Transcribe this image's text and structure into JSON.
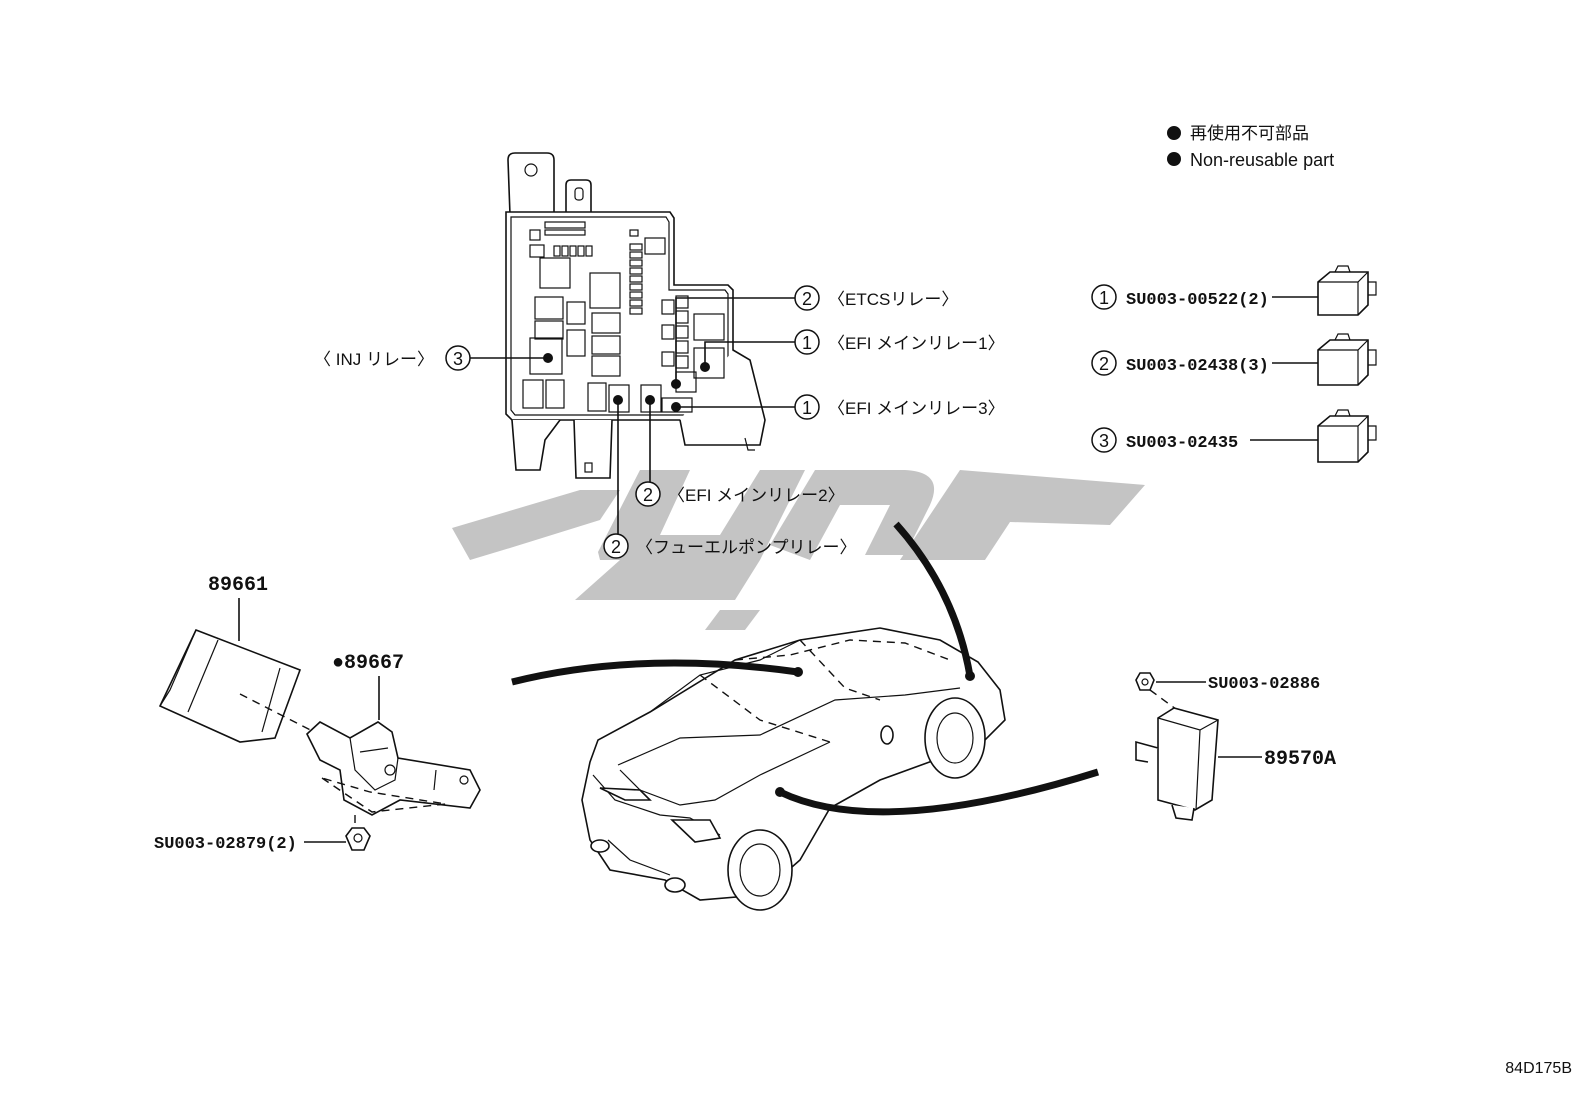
{
  "legend": {
    "bullet": "●",
    "line_ja": "再使用不可部品",
    "line_en": "Non-reusable part"
  },
  "relay_labels": {
    "etcs": "〈ETCSリレー〉",
    "efi_main_1": "〈EFI メインリレー1〉",
    "efi_main_3": "〈EFI メインリレー3〉",
    "efi_main_2": "〈EFI メインリレー2〉",
    "fuel_pump": "〈フューエルポンプリレー〉",
    "inj": "〈 INJ リレー〉"
  },
  "callouts": {
    "etcs": "2",
    "efi_main_1": "1",
    "efi_main_3": "1",
    "efi_main_2": "2",
    "fuel_pump": "2",
    "inj": "3"
  },
  "relay_parts": [
    {
      "index": "1",
      "part_no": "SU003-00522(2)"
    },
    {
      "index": "2",
      "part_no": "SU003-02438(3)"
    },
    {
      "index": "3",
      "part_no": "SU003-02435"
    }
  ],
  "parts": {
    "ecu": "89661",
    "bracket": "●89667",
    "nut_left": "SU003-02879(2)",
    "nut_right": "SU003-02886",
    "module": "89570A"
  },
  "watermark_icon": "brand-watermark-logo",
  "diagram_code": "84D175B"
}
